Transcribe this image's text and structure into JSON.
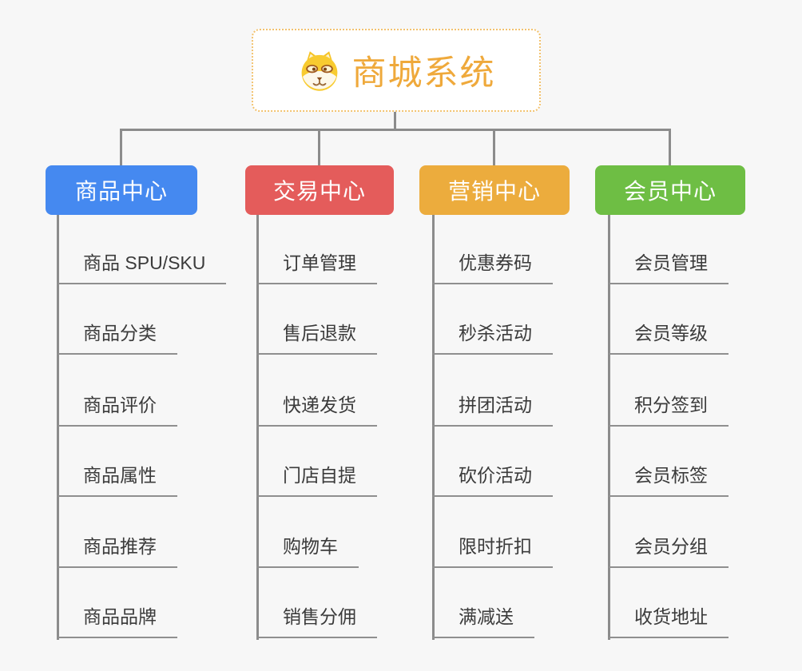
{
  "root": {
    "title": "商城系统",
    "icon": "shiba-dog-icon",
    "title_color": "#efa93b",
    "border_color": "#f2c26f"
  },
  "style": {
    "background_color": "#f7f7f7",
    "connector_color": "#8c8c8c",
    "underline_color": "#8f8f8f",
    "leaf_text_color": "#3b3b3b"
  },
  "branches": [
    {
      "label": "商品中心",
      "color": "#4589f0",
      "items": [
        "商品 SPU/SKU",
        "商品分类",
        "商品评价",
        "商品属性",
        "商品推荐",
        "商品品牌"
      ]
    },
    {
      "label": "交易中心",
      "color": "#e45c5b",
      "items": [
        "订单管理",
        "售后退款",
        "快递发货",
        "门店自提",
        "购物车",
        "销售分佣"
      ]
    },
    {
      "label": "营销中心",
      "color": "#ecac3d",
      "items": [
        "优惠券码",
        "秒杀活动",
        "拼团活动",
        "砍价活动",
        "限时折扣",
        "满减送"
      ]
    },
    {
      "label": "会员中心",
      "color": "#6ebe44",
      "items": [
        "会员管理",
        "会员等级",
        "积分签到",
        "会员标签",
        "会员分组",
        "收货地址"
      ]
    }
  ]
}
